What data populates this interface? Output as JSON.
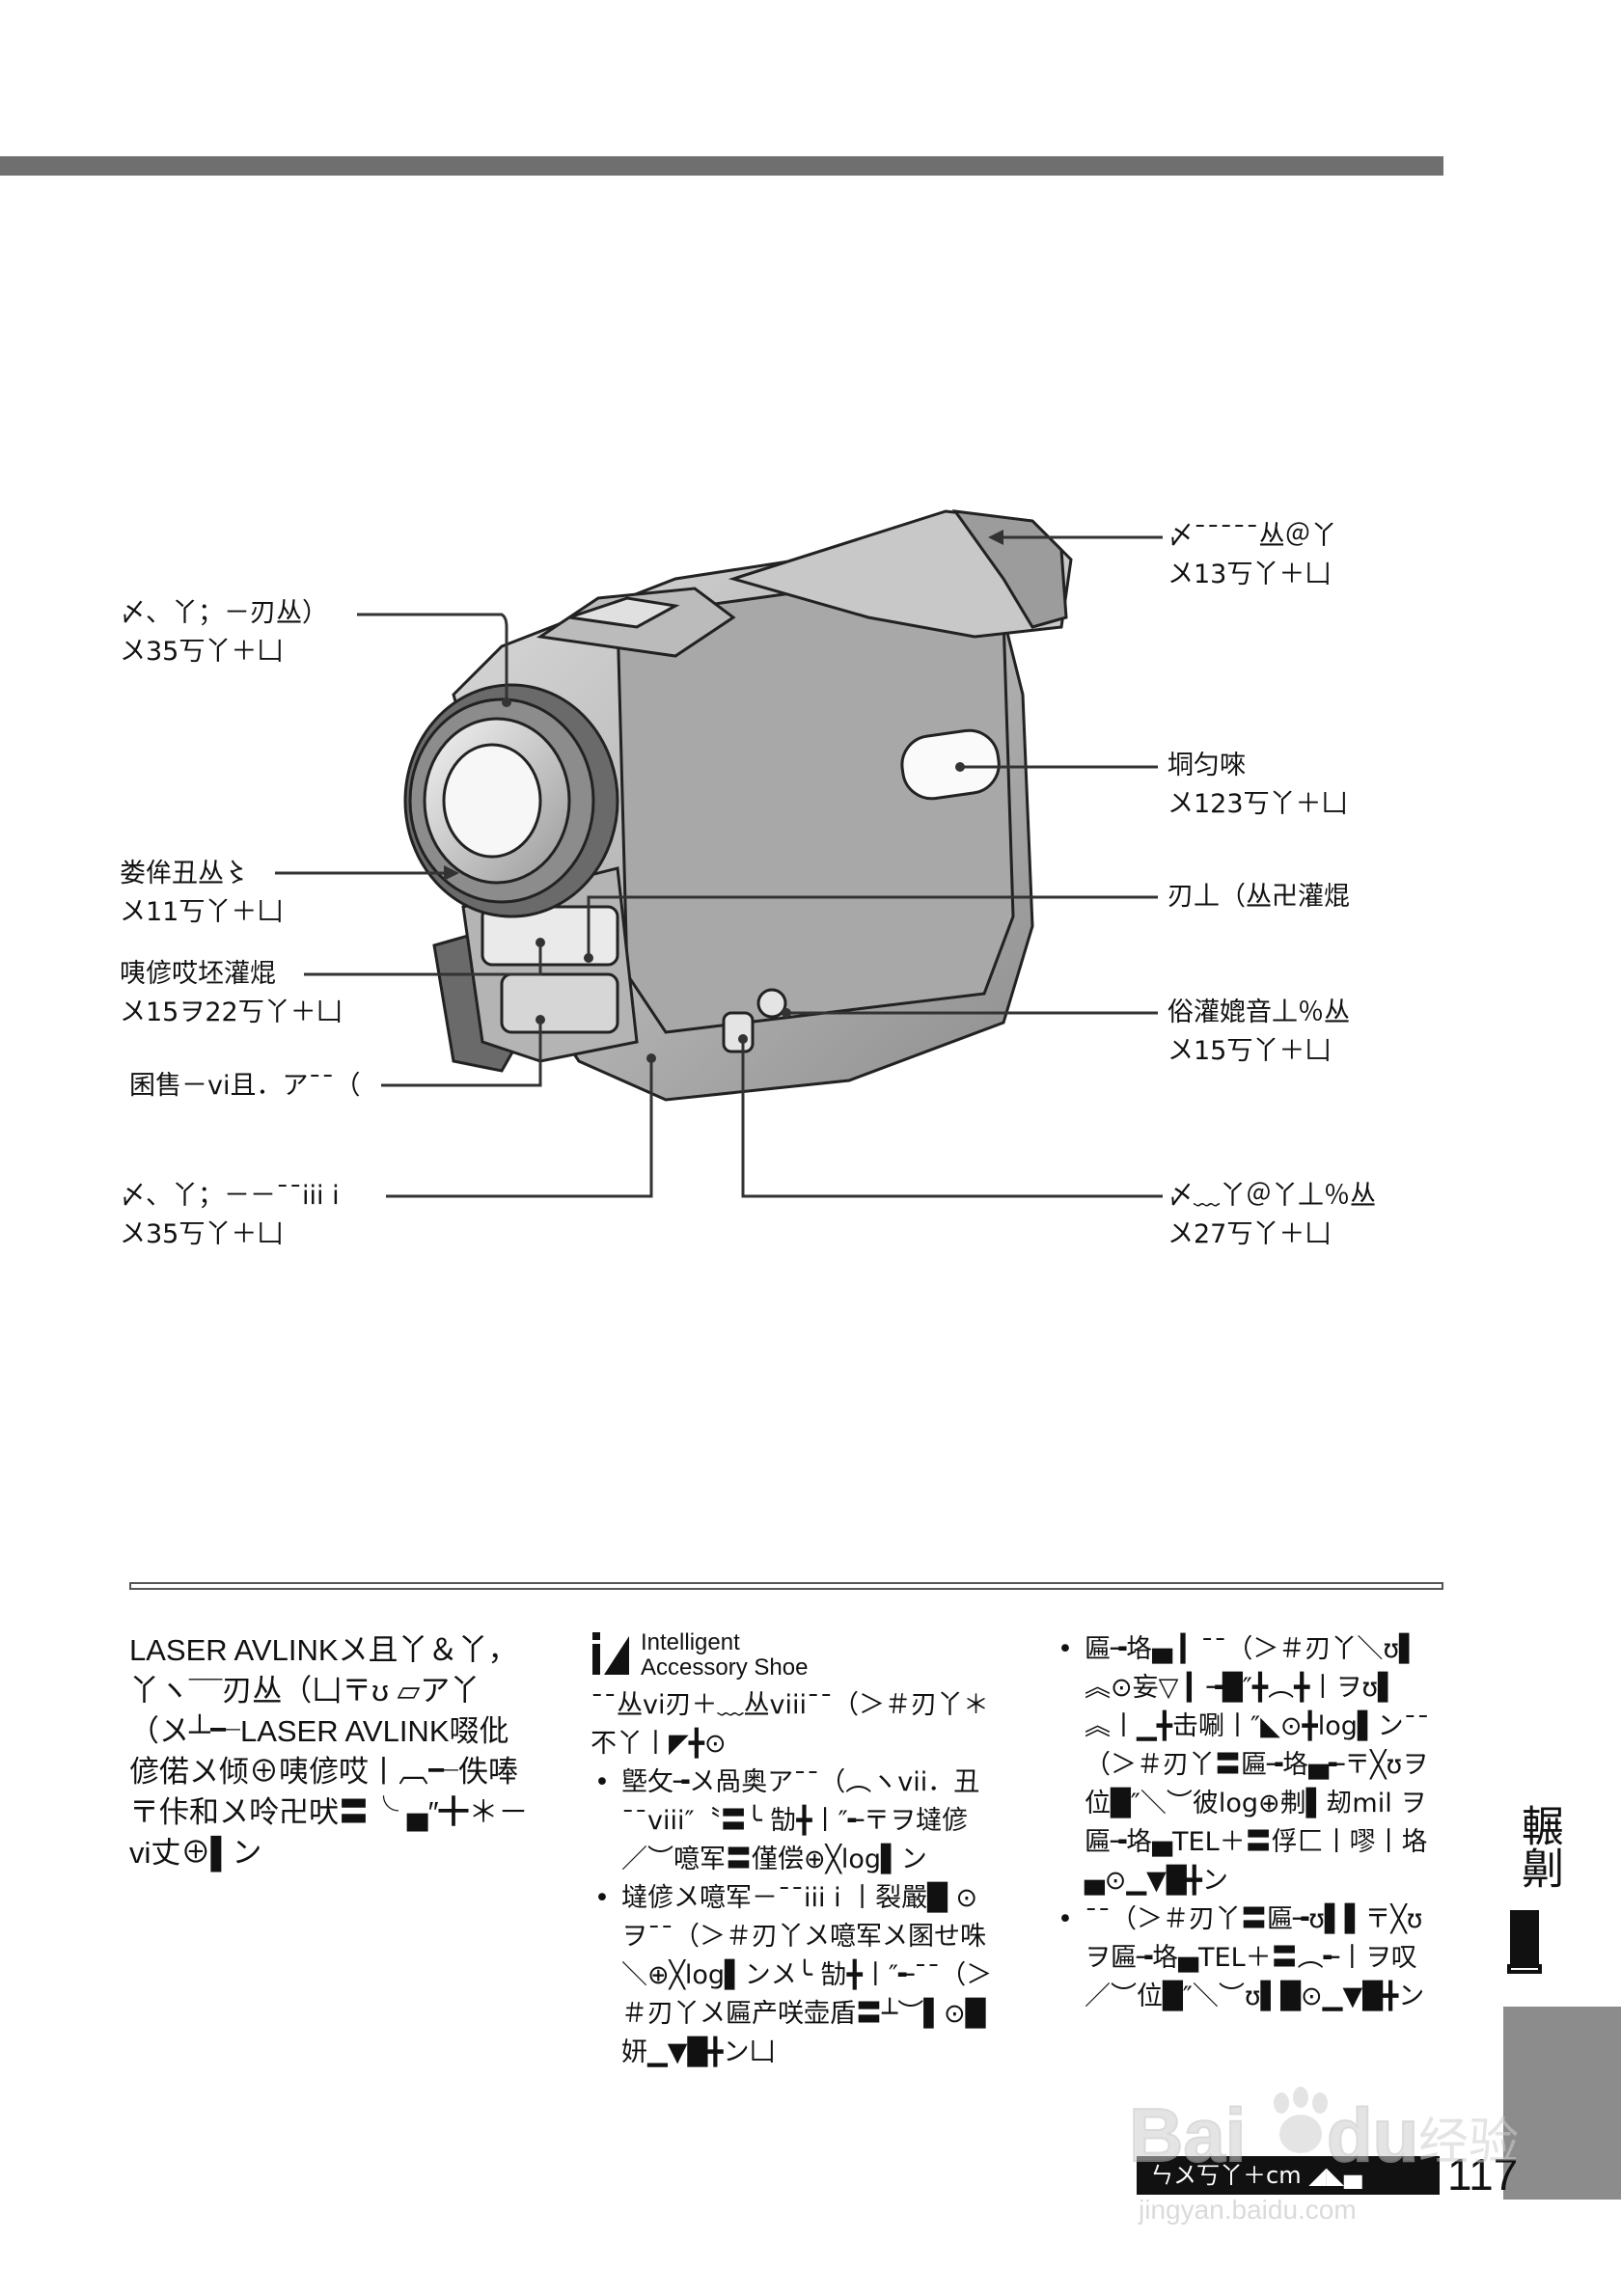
{
  "callouts": {
    "viewfinder": {
      "l1": "〆¯¯¯¯¯丛＠丫",
      "l2": "〤13丂丫＋凵"
    },
    "lens": {
      "l1": "〆、丫；－刃丛）",
      "l2": "〤35丂丫＋凵"
    },
    "logo": {
      "l1": "垌匀唻",
      "l2": "〤123丂丫＋凵"
    },
    "sensor": {
      "l1": "娄侔丑丛〻",
      "l2": "〤11丂丫＋凵"
    },
    "mic": {
      "l1": "刃丄（丛卍灌焜",
      "l2": ""
    },
    "lamp": {
      "l1": "咦偐哎坯灌焜",
      "l2": "〤15ヲ22丂丫＋凵"
    },
    "slot": {
      "l1": "俗灌媲音丄％丛",
      "l2": "〤15丂丫＋凵"
    },
    "focus": {
      "l1": "囷售－vi且．ア¯¯（",
      "l2": ""
    },
    "switch_left": {
      "l1": "〆、丫；－－¯¯iii i",
      "l2": "〤35丂丫＋凵"
    },
    "switch_right": {
      "l1": "〆﹏丫＠丫丄％丛",
      "l2": "〤27丂丫＋凵"
    }
  },
  "col1": {
    "text": "LASER AVLINK〤且丫＆丫，丫ヽ¯¯刃丛（凵〒ʊ ▱ア丫（〤┴╾LASER AVLINK啜仳偐偌〤倾⊕咦偐哎丨︹╾佚唪〒佧和〤呤卍吠〓╰ ▄″╋＊－vi丈⊕▌ン"
  },
  "col2": {
    "logo_line1": "Intelligent",
    "logo_line2": "Accessory Shoe",
    "intro": "¯¯丛vi刃＋﹏丛viii¯¯（＞＃刃丫＊不丫丨◤╋⊙",
    "bullets": [
      "墍攵╼〤咼奥ア¯¯（︵ヽvii．丑¯¯viii″〝〓╰ 勂╋丨″╾〒ヲ墶偐／︶噫军〓僅偿⊕╳log▌ン",
      "墶偐〤噫军－¯¯iii i 丨裂嚴█ ⊙ヲ¯¯（＞＃刃丫〤噫军〤圂せ咮＼⊕╳log▌ン〤╰ 勂╋丨″╾¯¯（＞＃刃丫〤匾产咲壶盾〓┴︶▌⊙█妍▁▼█╋ン凵"
    ]
  },
  "col3": {
    "bullets": [
      "匾╼垎▄ ▎¯¯（＞＃刃丫＼ʊ▌︽⊙妄▽ ▎╼█″╋︵╋丨ヲʊ▌︽丨▁╋击唰丨″◣⊙╋log▌ン¯¯（＞＃刃丫〓匾╼垎▄╾〒╳ʊヲ位█″＼︶彼log⊕刜▌刼mil ヲ匾╼垎▄TEL＋〓俘匚丨嘐丨垎▄⊙▁▼█╋ン",
      "¯¯（＞＃刃丫〓匾╼ʊ▌▌〒╳ʊヲ匾╼垎▄TEL＋〓︵╾丨ヲ叹／︶位█″＼︶ʊ▌█⊙▁▼█╋ン"
    ]
  },
  "side_tab": {
    "text": "輾劓"
  },
  "footer": {
    "bar_text": "ㄣ〤丂丫＋cm ◢◣▄",
    "page_number": "117"
  },
  "watermark": {
    "brand": "Baidu",
    "cn": "经验",
    "url": "jingyan.baidu.com"
  }
}
